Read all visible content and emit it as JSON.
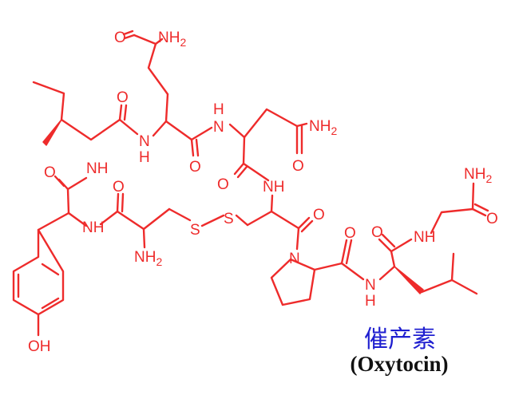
{
  "colors": {
    "structure": "#ee2b2b",
    "caption_cn": "#1f1fd0",
    "caption_en": "#111111"
  },
  "caption": {
    "chinese_name": "催产素",
    "english_name": "(Oxytocin)"
  },
  "atoms": {
    "o1": "O",
    "nh2_1": "NH",
    "nh2_1_sub": "2",
    "o2": "O",
    "n1": "N",
    "h1": "H",
    "n2": "N",
    "h2": "H",
    "nh2_2": "NH",
    "nh2_2_sub": "2",
    "o3": "O",
    "o4": "O",
    "nh1": "NH",
    "o5": "O",
    "o6": "O",
    "nh2": "NH",
    "o7": "O",
    "nh3": "NH",
    "s1": "S",
    "s2": "S",
    "o8": "O",
    "nh2_3": "NH",
    "nh2_3_sub": "2",
    "nh2_4": "NH",
    "nh2_4_sub": "2",
    "o9": "O",
    "nh4": "NH",
    "o10": "O",
    "n3": "N",
    "h3": "H",
    "n4": "N",
    "oh": "OH"
  }
}
